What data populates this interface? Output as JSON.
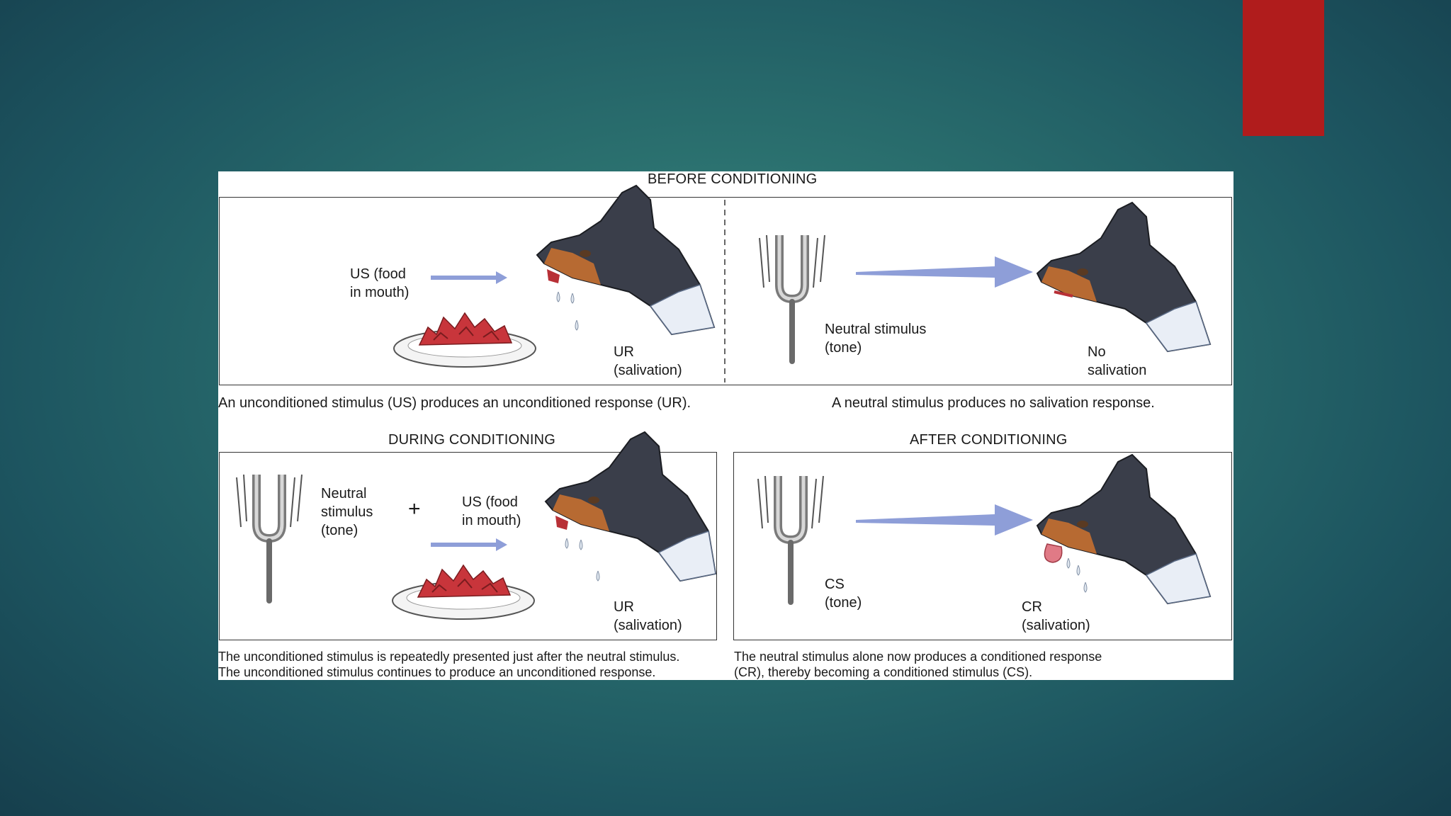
{
  "decor": {
    "accent_color": "#b01c1c",
    "background_color": "#2a6f6e"
  },
  "before": {
    "heading": "BEFORE CONDITIONING",
    "left": {
      "us_label": "US (food\nin mouth)",
      "ur_label": "UR\n(salivation)"
    },
    "right": {
      "neutral_label": "Neutral stimulus\n(tone)",
      "no_salivation_label": "No\nsalivation"
    },
    "caption_left": "An unconditioned stimulus (US) produces an unconditioned response (UR).",
    "caption_right": "A neutral stimulus  produces no salivation response."
  },
  "during": {
    "heading": "DURING CONDITIONING",
    "neutral_label": "Neutral\nstimulus\n(tone)",
    "plus": "+",
    "us_label": "US (food\nin mouth)",
    "ur_label": "UR\n(salivation)",
    "caption": "The unconditioned stimulus is repeatedly presented just after the neutral stimulus.\nThe unconditioned stimulus continues to produce an unconditioned response."
  },
  "after": {
    "heading": "AFTER CONDITIONING",
    "cs_label": "CS\n(tone)",
    "cr_label": "CR\n(salivation)",
    "caption": "The neutral stimulus alone now produces a conditioned response\n(CR), thereby becoming a conditioned stimulus (CS)."
  }
}
